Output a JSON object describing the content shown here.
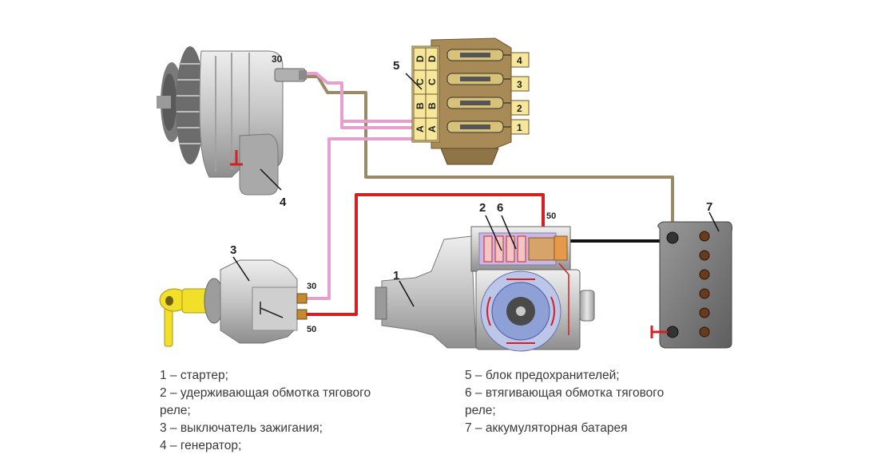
{
  "callouts": {
    "starter": "1",
    "hold_winding": "2",
    "ignition_switch": "3",
    "generator": "4",
    "fuse_block": "5",
    "pull_winding": "6",
    "battery": "7"
  },
  "terminals": {
    "gen_30": "30",
    "starter_50": "50",
    "switch_30": "30",
    "switch_50": "50"
  },
  "fuse_block": {
    "letters": [
      "D",
      "C",
      "B",
      "A",
      "D",
      "C",
      "B",
      "A"
    ],
    "numbers": [
      "4",
      "3",
      "2",
      "1"
    ]
  },
  "legend": {
    "left": [
      "1 – стартер;",
      "2 – удерживающая обмотка тягового",
      "реле;",
      "3 – выключатель зажигания;",
      "4 – генератор;"
    ],
    "right": [
      "5 – блок предохранителей;",
      "6 – втягивающая обмотка тягового",
      "реле;",
      "7 – аккумуляторная батарея"
    ]
  },
  "colors": {
    "pink_wire": "#e6a0cf",
    "red_wire": "#d42020",
    "brown_wire": "#9b8a68",
    "black_wire": "#111111",
    "metal": "#c8c8c8",
    "fuse_block": "#a88a56",
    "key": "#f2df2a"
  }
}
